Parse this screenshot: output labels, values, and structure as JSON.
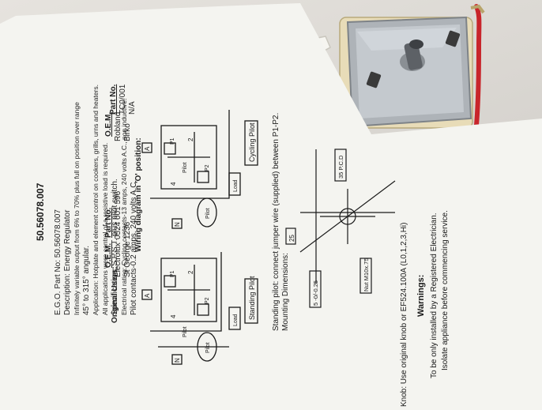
{
  "doc": {
    "title": "50.56078.007",
    "info": [
      "E.G.O. Part No: 50.56078.007",
      "Description: Energy Regulator",
      "Infinitely variable output from 6% to 70% plus full on position over range",
      "45° to 315° angular.",
      "Application: Hotplate and element control on cookers, grills, urns and heaters.",
      "All applications were control of a resistive load is required.",
      "Specification: S.P.S.T. plus pilot switch.",
      "Electrical rating: Cycling contacts-13 amps, 240 volts A.C., non inductive.",
      "Pilot contacts-0.2 amps, 240 volts A.C."
    ],
    "original_users_label": "Original Users:",
    "oem_header": "O.E.M.",
    "partno_header": "Part No.",
    "oem_left": [
      "Electrolux",
      "St George"
    ],
    "part_left": [
      "0524 001 596",
      "1236"
    ],
    "oem_right": [
      "Robland",
      "Birko"
    ],
    "part_right": [
      "TC0/001",
      "N/A"
    ],
    "wiring_title": "Wiring diagram in 'O' position:",
    "labels": {
      "A": "A",
      "N": "N",
      "pilot": "Pilot",
      "load": "Load",
      "p1": "P1",
      "p2": "P2",
      "t2": "2",
      "t4": "4"
    },
    "standing_pilot_caption": "Standing Pilot",
    "cycling_pilot_caption": "Cycling Pilot",
    "standing_pilot_note": "Standing pilot: connect jumper wire (supplied) between P1-P2.",
    "mounting_dims": "Mounting Dimensions:",
    "dim_35pcd": "35 P.C.D",
    "dim_25": "25",
    "dim_5": "5 -0/-0.25",
    "dim_nut": "Nut M10x.75",
    "knob_note": "Knob: Use original knob or EF524.100A (L0,1,2,3,Hi)",
    "warnings_title": "Warnings:",
    "warnings": [
      "To be only installed by a Registered Electrician.",
      "Isolate appliance before commencing service."
    ]
  },
  "colors": {
    "paper": "#f4f4f0",
    "ink": "#1a1a1a",
    "metal": "#aeb3b8",
    "wire_red": "#c8252b",
    "terminal": "#c7b98a"
  }
}
